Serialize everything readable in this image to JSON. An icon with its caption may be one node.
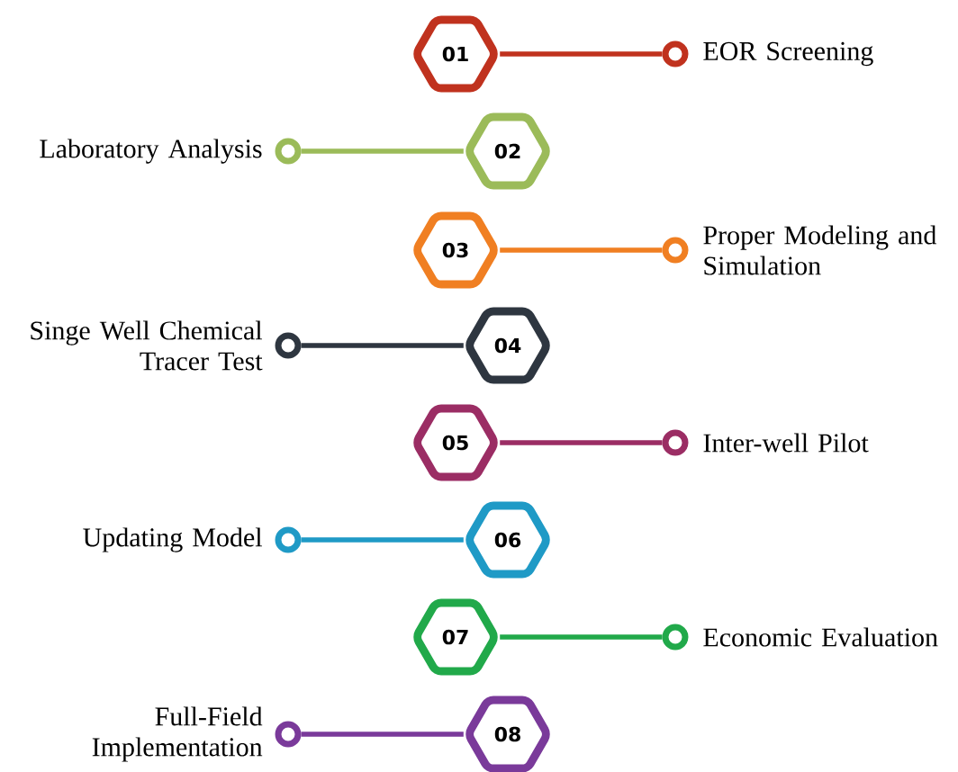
{
  "diagram": {
    "nodes": [
      {
        "text": [
          "01"
        ]
      },
      {
        "text": [],
        "shape": "circle",
        "beside": [
          "EOR Screening"
        ]
      },
      {
        "text": [],
        "shape": "circle",
        "beside": [
          "Laboratory Analysis"
        ]
      },
      {
        "text": [
          "02"
        ]
      },
      {
        "text": [
          "03"
        ]
      },
      {
        "text": [],
        "shape": "circle",
        "beside": [
          "Proper Modeling and Simulation"
        ]
      },
      {
        "text": [],
        "shape": "circle",
        "beside": [
          "Singe Well Chemical Tracer Test"
        ]
      },
      {
        "text": [
          "04"
        ]
      },
      {
        "text": [
          "05"
        ]
      },
      {
        "text": [],
        "shape": "circle",
        "beside": [
          "Inter-well Pilot"
        ]
      },
      {
        "text": [],
        "shape": "circle",
        "beside": [
          "Updating Model"
        ]
      },
      {
        "text": [
          "06"
        ]
      },
      {
        "text": [
          "07"
        ]
      },
      {
        "text": [],
        "shape": "circle",
        "beside": [
          "Economic Evaluation"
        ]
      },
      {
        "text": [],
        "shape": "circle",
        "beside": [
          "Full-Field Implementation"
        ]
      },
      {
        "text": [
          "08"
        ]
      }
    ],
    "edges": [
      {
        "from": 0,
        "to": 1,
        "arrow": "none",
        "color": "#c0321e"
      },
      {
        "from": 3,
        "to": 2,
        "arrow": "none",
        "color": "#9bbb59"
      },
      {
        "from": 4,
        "to": 5,
        "arrow": "none",
        "color": "#f07f22"
      },
      {
        "from": 7,
        "to": 6,
        "arrow": "none",
        "color": "#2e3640"
      },
      {
        "from": 8,
        "to": 9,
        "arrow": "none",
        "color": "#9b2d64"
      },
      {
        "from": 11,
        "to": 10,
        "arrow": "none",
        "color": "#1f9ac6"
      },
      {
        "from": 12,
        "to": 13,
        "arrow": "none",
        "color": "#21a94a"
      },
      {
        "from": 15,
        "to": 14,
        "arrow": "none",
        "color": "#7a3a9a"
      }
    ]
  }
}
